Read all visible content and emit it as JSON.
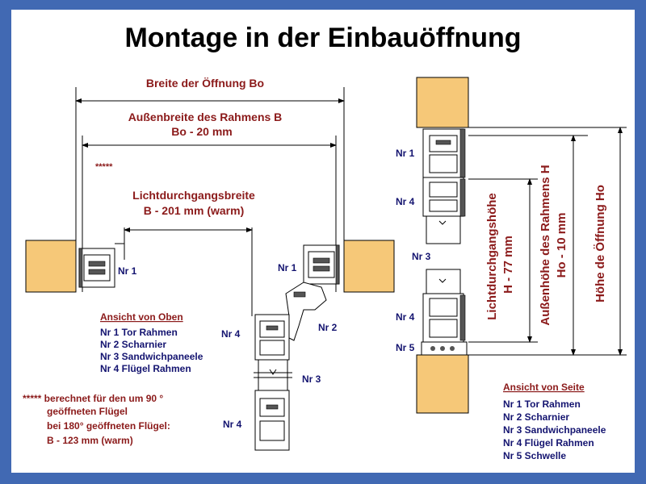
{
  "title": "Montage in der Einbauöffnung",
  "top_view": {
    "width_opening": "Breite der Öffnung Bo",
    "outer_frame_width": "Außenbreite des Rahmens  B",
    "outer_frame_formula": "Bo - 20 mm",
    "stars": "*****",
    "clear_width": "Lichtdurchgangsbreite",
    "clear_width_formula": "B - 201 mm (warm)",
    "labels": {
      "nr1_left": "Nr 1",
      "nr1_right": "Nr 1",
      "nr2": "Nr 2",
      "nr3": "Nr 3",
      "nr4_upper": "Nr 4",
      "nr4_lower": "Nr 4"
    }
  },
  "legend_top": {
    "heading": "Ansicht von Oben",
    "items": [
      "Nr 1 Tor Rahmen",
      "Nr 2 Scharnier",
      "Nr 3 Sandwichpaneele",
      "Nr 4 Flügel Rahmen"
    ]
  },
  "footnote": {
    "line1": "***** berechnet für den um 90 °",
    "line2": "geöffneten Flügel",
    "line3": "bei 180° geöffneten Flügel:",
    "line4": "B - 123 mm (warm)"
  },
  "side_view": {
    "labels": {
      "nr1": "Nr 1",
      "nr4_upper": "Nr 4",
      "nr3": "Nr 3",
      "nr4_lower": "Nr 4",
      "nr5": "Nr 5"
    },
    "clear_height": "Lichtdurchgangshöhe",
    "clear_height_formula": "H - 77 mm",
    "outer_height": "Außenhöhe des Rahmens H",
    "outer_height_formula": "Ho - 10 mm",
    "opening_height": "Höhe de Öffnung Ho"
  },
  "legend_side": {
    "heading": "Ansicht von Seite",
    "items": [
      "Nr 1 Tor Rahmen",
      "Nr 2 Scharnier",
      "Nr 3 Sandwichpaneele",
      "Nr 4 Flügel Rahmen",
      "Nr 5 Schwelle"
    ]
  },
  "colors": {
    "border": "#4169b3",
    "wall": "#f6c878",
    "text_red": "#8b1a1a",
    "text_navy": "#141470"
  }
}
